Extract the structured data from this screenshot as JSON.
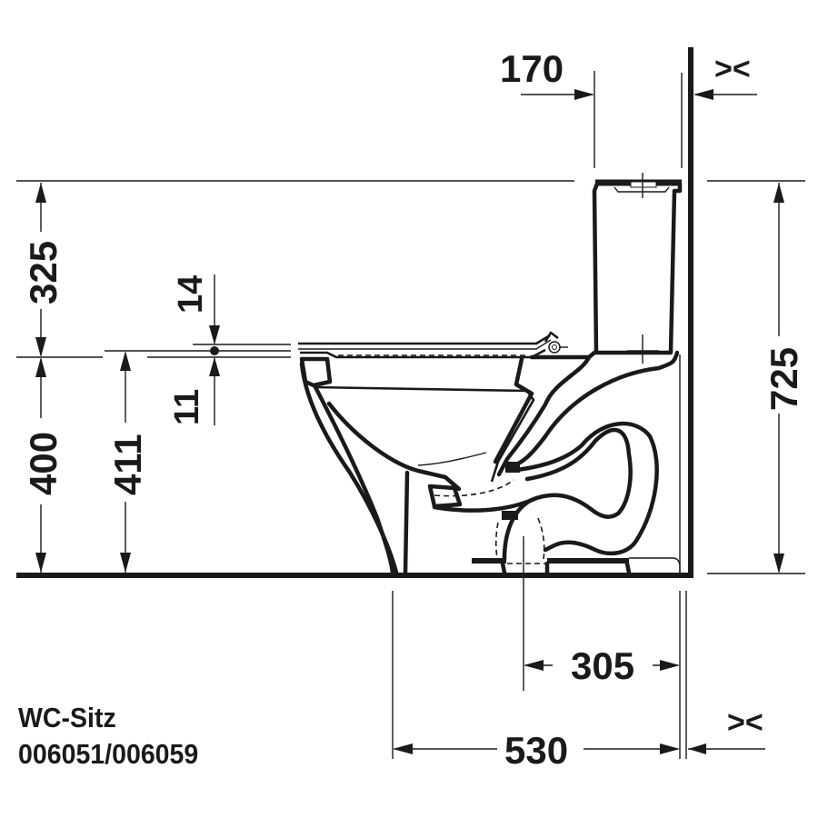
{
  "drawing": {
    "title": "Toilet side elevation dimension drawing",
    "units": "mm",
    "stroke_color": "#1a1a1a",
    "background": "#ffffff"
  },
  "dimensions": {
    "tank_depth": "170",
    "wall_gap_top_symbol": "><",
    "total_height": "725",
    "tank_above_seat": "325",
    "seat_height": "400",
    "seat_top_height": "411",
    "seat_offset_up": "14",
    "seat_offset_down": "11",
    "outlet_to_wall": "305",
    "total_depth": "530",
    "wall_gap_bottom_symbol": "><"
  },
  "caption": {
    "line1": "WC-Sitz",
    "line2": "006051/006059"
  }
}
